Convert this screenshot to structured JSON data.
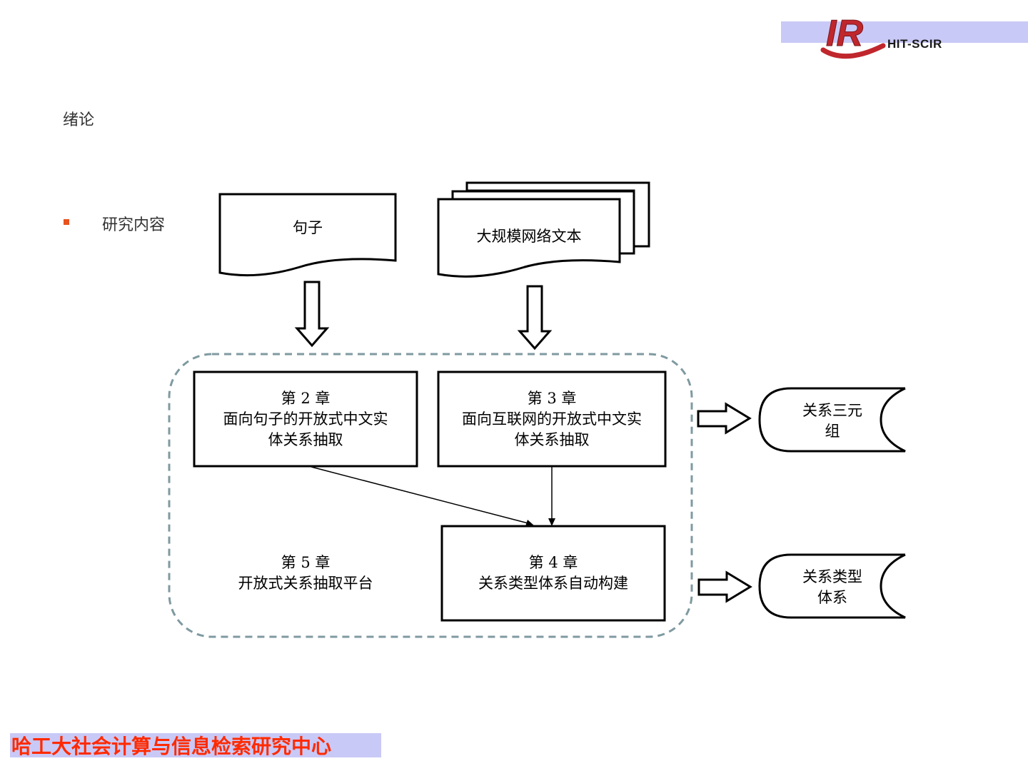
{
  "header": {
    "logo_letters": "IR",
    "logo_text": "HIT-SCIR"
  },
  "slide": {
    "title": "绪论",
    "bullet": "研究内容"
  },
  "diagram": {
    "input_sentence": "句子",
    "input_web": "大规模网络文本",
    "chapter2": {
      "num": "第 2 章",
      "line1": "面向句子的开放式中文实",
      "line2": "体关系抽取"
    },
    "chapter3": {
      "num": "第 3 章",
      "line1": "面向互联网的开放式中文实",
      "line2": "体关系抽取"
    },
    "chapter4": {
      "num": "第 4 章",
      "line1": "关系类型体系自动构建"
    },
    "chapter5": {
      "num": "第 5 章",
      "line1": "开放式关系抽取平台"
    },
    "output_triples": {
      "line1": "关系三元",
      "line2": "组"
    },
    "output_types": {
      "line1": "关系类型",
      "line2": "体系"
    }
  },
  "footer": {
    "text": "哈工大社会计算与信息检索研究中心"
  },
  "colors": {
    "accent": "#e8521e",
    "footer_text": "#ff2a00",
    "band": "#c9c9f7",
    "dashed_border": "#7f9aa0",
    "logo_red": "#c0272d"
  }
}
